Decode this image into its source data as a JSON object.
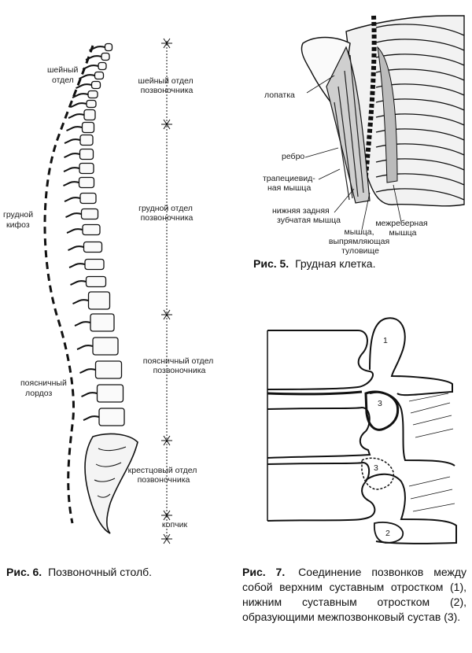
{
  "spine_figure": {
    "labels": {
      "cervical_curve": [
        "шейный",
        "отдел"
      ],
      "cervical_section": [
        "шейный отдел",
        "позвоночника"
      ],
      "thoracic_kyphosis": [
        "грудной",
        "кифоз"
      ],
      "thoracic_section": [
        "грудной отдел",
        "позвоночника"
      ],
      "lumbar_section": [
        "поясничный отдел",
        "позвоночника"
      ],
      "lumbar_lordosis": [
        "поясничный",
        "лордоз"
      ],
      "sacral_section": [
        "крестцовый отдел",
        "позвоночника"
      ],
      "coccyx": "копчик"
    },
    "caption_num": "Рис. 6.",
    "caption_text": "Позвоночный столб."
  },
  "chest_figure": {
    "labels": {
      "scapula": "лопатка",
      "rib": "ребро",
      "trapezius": [
        "трапециевид-",
        "ная мышца"
      ],
      "serratus": [
        "нижняя задняя",
        "зубчатая мышца"
      ],
      "erector": [
        "мышца,",
        "выпрямляющая",
        "туловище"
      ],
      "intercostal": [
        "межреберная",
        "мышца"
      ]
    },
    "caption_num": "Рис. 5.",
    "caption_text": "Грудная клетка."
  },
  "joint_figure": {
    "labels": {
      "n1": "1",
      "n2": "2",
      "n3a": "3",
      "n3b": "3"
    },
    "caption_num": "Рис. 7.",
    "caption_text": "Соединение позвонков между собой верхним суставным отростком (1), нижним суставным отростком (2), образующими межпозвонковый сустав (3)."
  }
}
